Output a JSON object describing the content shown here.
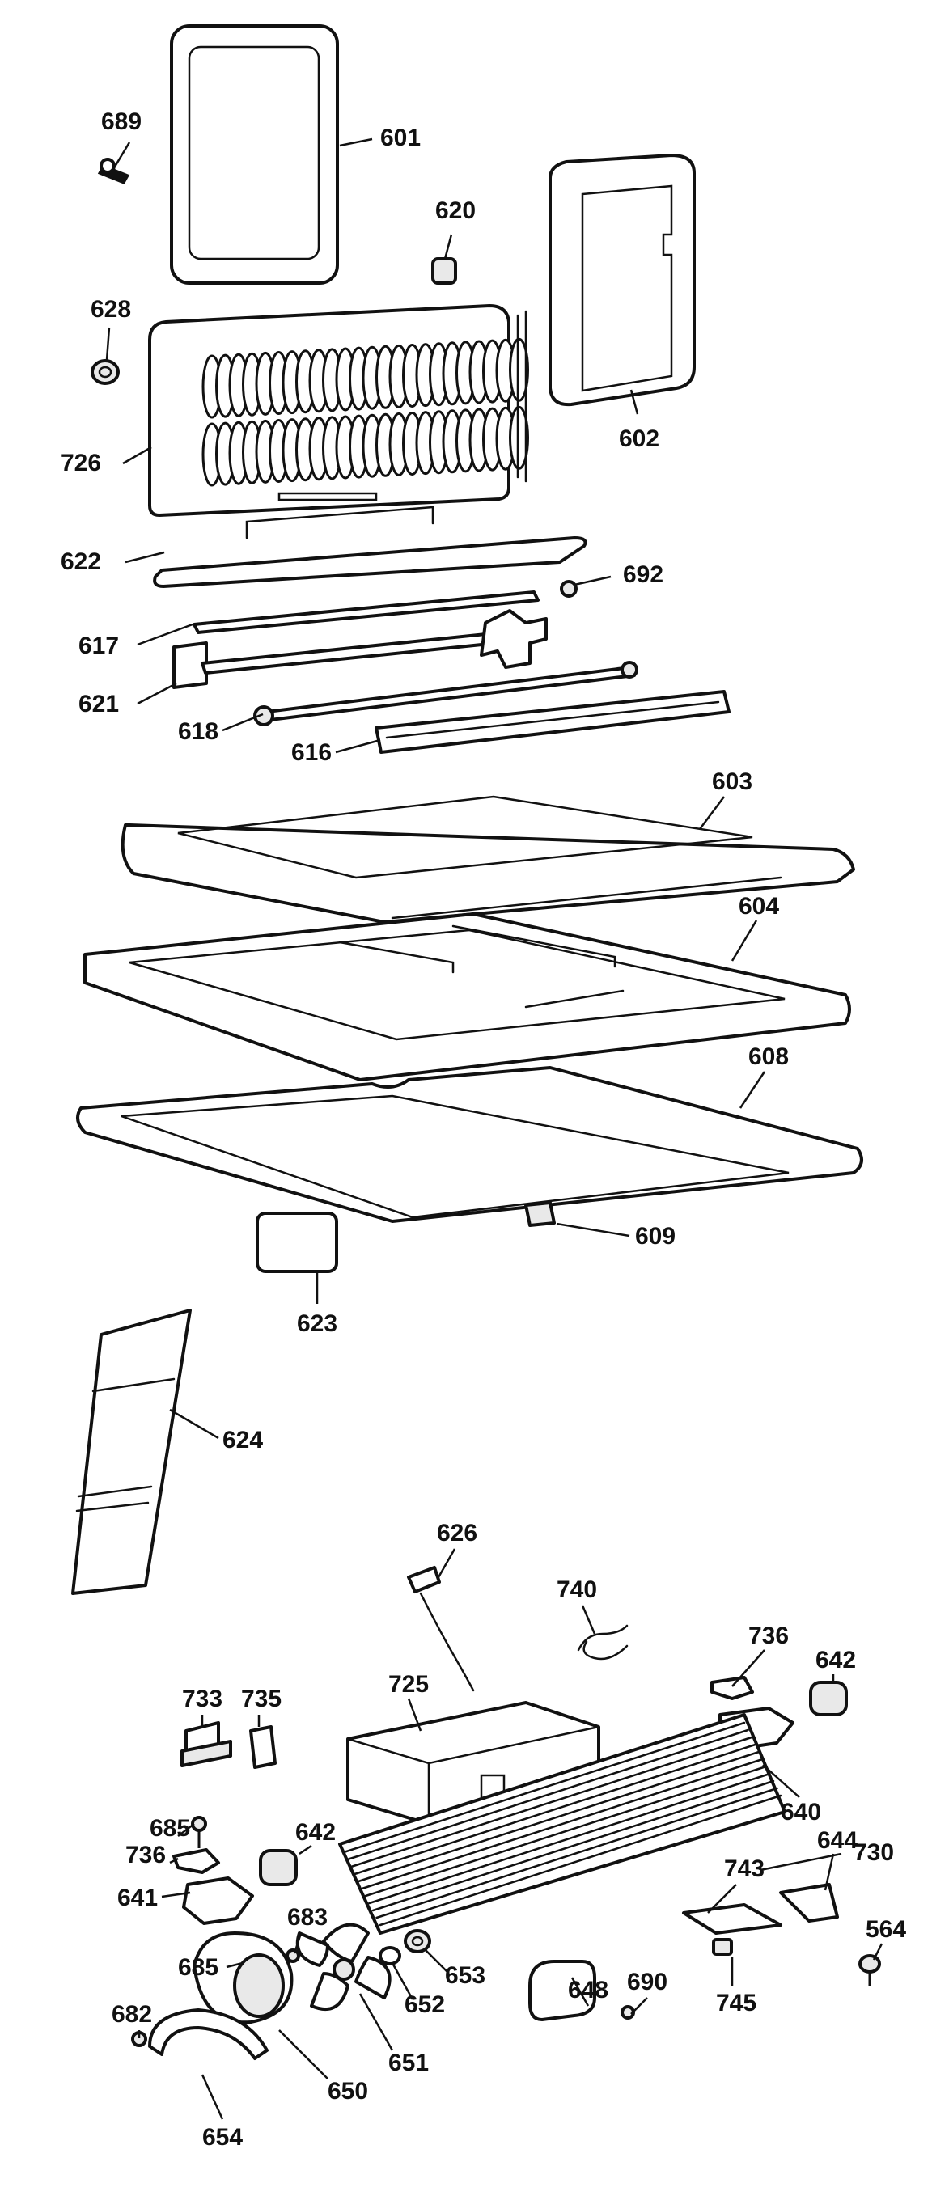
{
  "diagram": {
    "type": "exploded-parts-diagram",
    "callouts": [
      "689",
      "601",
      "620",
      "602",
      "628",
      "726",
      "622",
      "692",
      "617",
      "621",
      "618",
      "616",
      "603",
      "604",
      "608",
      "609",
      "623",
      "624",
      "626",
      "740",
      "736",
      "642",
      "725",
      "733",
      "735",
      "685",
      "736",
      "640",
      "642",
      "730",
      "641",
      "644",
      "743",
      "683",
      "564",
      "685",
      "648",
      "690",
      "653",
      "652",
      "745",
      "682",
      "651",
      "650",
      "654"
    ]
  }
}
